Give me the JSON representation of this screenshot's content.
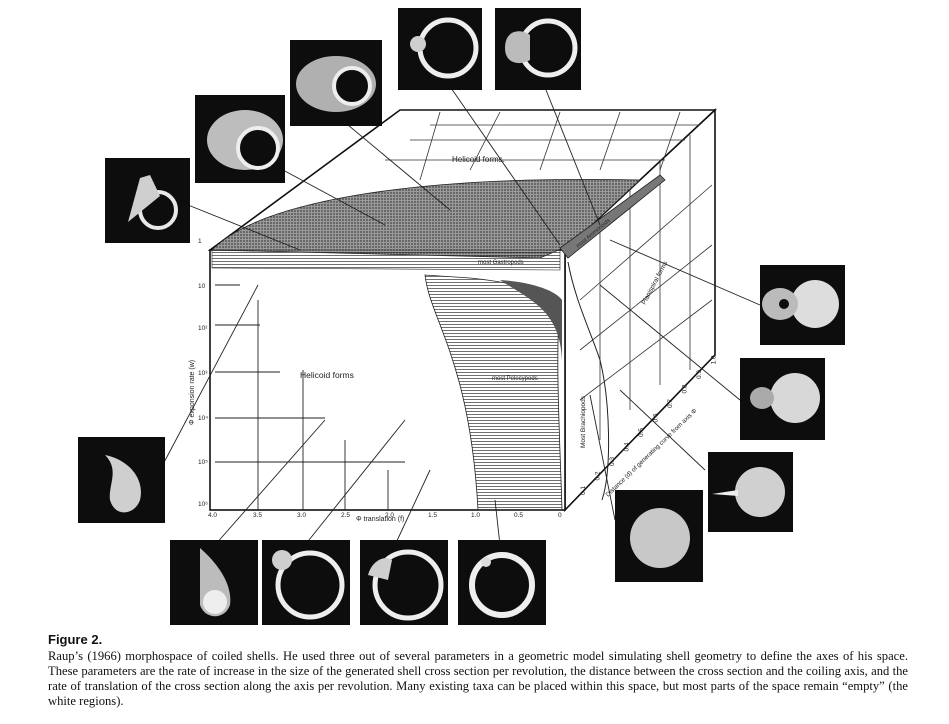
{
  "figure": {
    "labels": {
      "top_region": "Helicoid forms.",
      "front_region": "Helicoid forms",
      "most_gastropods": "most Gastropods",
      "most_ammonoids": "most Ammonoids",
      "most_pelecypods": "most Pelecypods",
      "most_brachiopods": "Most Brachiopods",
      "planispiral": "Planispiral forms"
    },
    "axes": {
      "y_label": "Φ exponsion rate (w)",
      "x_label": "Φ translation (f)",
      "z_label": "Distance (d) of generating curve from axis Φ",
      "y_ticks": [
        "1",
        "10",
        "10²",
        "10³",
        "10⁴",
        "10⁵",
        "10⁶"
      ],
      "x_ticks": [
        "4.0",
        "3.5",
        "3.0",
        "2.5",
        "2.0",
        "1.5",
        "1.0",
        "0.5",
        "0"
      ],
      "z_ticks": [
        "0.1",
        "0.2",
        "0.3",
        "0.4",
        "0.5",
        "0.6",
        "0.7",
        "0.8",
        "0.9",
        "1.0"
      ]
    },
    "style": {
      "shell_bg": "#0d0d0d",
      "shell_fg": "#e8e8e8",
      "shading": "#555555"
    }
  },
  "caption": {
    "title": "Figure 2.",
    "text": "Raup’s (1966) morphospace of coiled shells. He used three out of several parameters in a geometric model simulating shell geometry to define the axes of his space. These parameters are the rate of increase in the size of the generated shell cross section per revolution, the distance between the cross section and the coiling axis, and the rate of translation of the cross section along the axis per revolution. Many existing taxa can be placed within this space, but most parts of the space remain “empty” (the white regions)."
  }
}
